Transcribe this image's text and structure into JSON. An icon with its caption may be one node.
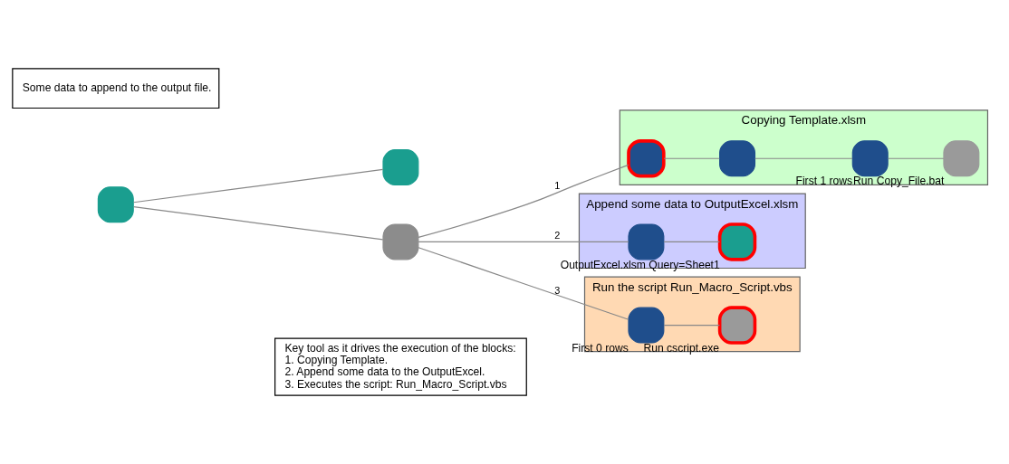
{
  "diagram": {
    "nodes": [
      {
        "text": [
          "Some data to append to the output file."
        ]
      },
      {
        "text": [],
        "shape": "box"
      },
      {
        "text": [],
        "shape": "box"
      },
      {
        "text": [],
        "shape": "box"
      },
      {
        "text": [
          "Key tool as it drives the execution of the blocks:",
          "1. Copying Template.",
          "2. Append some data to the OutputExcel.",
          "3. Executes the script: Run_Macro_Script.vbs"
        ]
      },
      {
        "text": [
          "Copying Template.xlsm"
        ]
      },
      {
        "text": [],
        "shape": "box",
        "in": 5
      },
      {
        "text": [],
        "shape": "box",
        "in": 5
      },
      {
        "text": [],
        "shape": "box",
        "in": 5,
        "beside": [
          "First 1 rows"
        ]
      },
      {
        "text": [],
        "shape": "box",
        "in": 5,
        "beside": [
          "Run Copy_File.bat"
        ]
      },
      {
        "text": [
          "Append some data to OutputExcel.xlsm"
        ]
      },
      {
        "text": [],
        "shape": "box",
        "in": 10
      },
      {
        "text": [],
        "shape": "box",
        "in": 10,
        "beside": [
          "OutputExcel.xlsm Query=Sheet1"
        ]
      },
      {
        "text": [
          "Run the script Run_Macro_Script.vbs"
        ]
      },
      {
        "text": [],
        "shape": "box",
        "in": 13,
        "beside": [
          "First 0 rows"
        ]
      },
      {
        "text": [],
        "shape": "box",
        "in": 13,
        "beside": [
          "Run cscript.exe"
        ]
      }
    ],
    "edges": [
      {
        "from": 1,
        "to": 2,
        "arrow": "none"
      },
      {
        "from": 1,
        "to": 3,
        "arrow": "none"
      },
      {
        "from": 3,
        "to": 6,
        "arrow": "none",
        "label": "1"
      },
      {
        "from": 6,
        "to": 7,
        "arrow": "none"
      },
      {
        "from": 7,
        "to": 8,
        "arrow": "none"
      },
      {
        "from": 8,
        "to": 9,
        "arrow": "none"
      },
      {
        "from": 3,
        "to": 11,
        "arrow": "none",
        "label": "2"
      },
      {
        "from": 11,
        "to": 12,
        "arrow": "none"
      },
      {
        "from": 3,
        "to": 14,
        "arrow": "none",
        "label": "3"
      },
      {
        "from": 14,
        "to": 15,
        "arrow": "none"
      }
    ]
  }
}
